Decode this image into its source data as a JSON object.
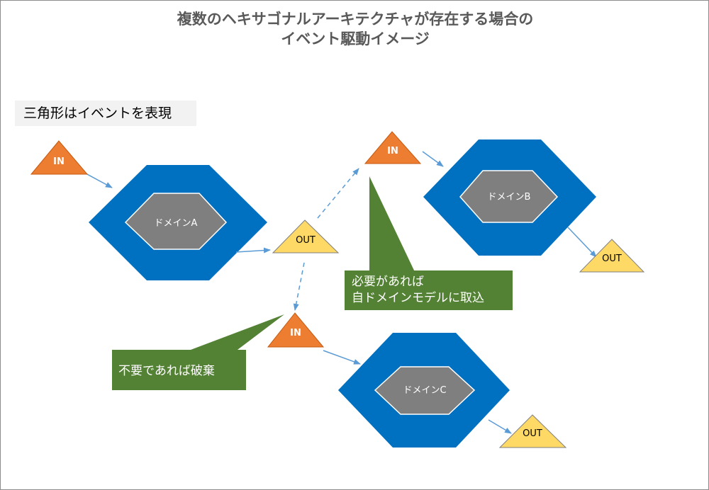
{
  "title": {
    "line1": "複数のヘキサゴナルアーキテクチャが存在する場合の",
    "line2": "イベント駆動イメージ"
  },
  "legend_note": "三角形はイベントを表現",
  "domains": {
    "a": "ドメインA",
    "b": "ドメインB",
    "c": "ドメインC"
  },
  "events": {
    "in_label": "IN",
    "out_label": "OUT"
  },
  "callouts": {
    "adopt_line1": "必要があれば",
    "adopt_line2": "自ドメインモデルに取込",
    "discard": "不要であれば破棄"
  },
  "colors": {
    "hex_outer": "#0070c0",
    "hex_inner": "#7f7f7f",
    "in_event": "#ed7d31",
    "out_event": "#ffd966",
    "callout": "#548235",
    "arrow": "#5b9bd5"
  }
}
